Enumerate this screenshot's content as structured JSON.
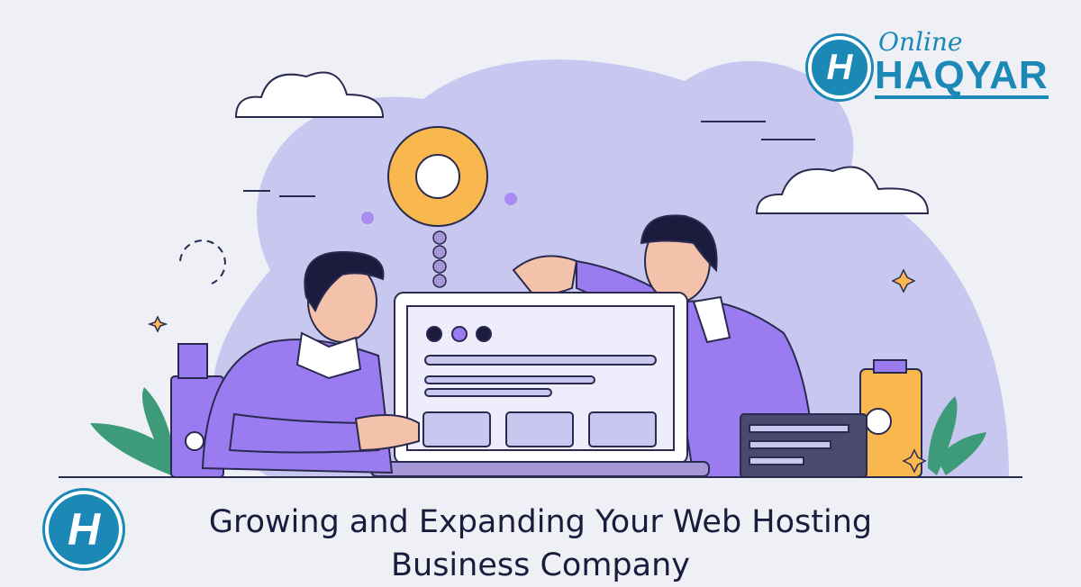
{
  "logo": {
    "script_text": "Online",
    "brand_text": "HAQYAR",
    "monogram": "H"
  },
  "title": {
    "line1": "Growing and Expanding Your Web Hosting",
    "line2": "Business Company"
  },
  "colors": {
    "background": "#eef0f6",
    "blob": "#c8c7f0",
    "purple": "#9b7bf0",
    "yellow": "#f8b84e",
    "navy": "#1b1b3d",
    "brand": "#1b88b6"
  }
}
